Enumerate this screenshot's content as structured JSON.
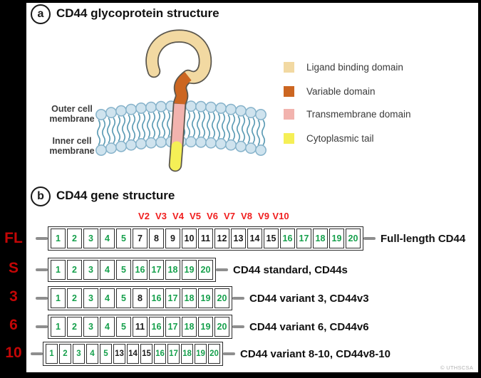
{
  "panel_a": {
    "badge": "a",
    "title": "CD44 glycoprotein structure",
    "membrane_labels": {
      "outer": "Outer cell\nmembrane",
      "inner": "Inner cell\nmembrane"
    },
    "legend": [
      {
        "label": "Ligand binding domain",
        "color": "#f2d9a2"
      },
      {
        "label": "Variable domain",
        "color": "#cc6621"
      },
      {
        "label": "Transmembrane domain",
        "color": "#f2b3ae"
      },
      {
        "label": "Cytoplasmic tail",
        "color": "#f5ef56"
      }
    ]
  },
  "panel_b": {
    "badge": "b",
    "title": "CD44 gene structure",
    "variant_axis_labels": [
      "V2",
      "V3",
      "V4",
      "V5",
      "V6",
      "V7",
      "V8",
      "V9",
      "V10"
    ],
    "rows": [
      {
        "left_label": "FL",
        "right_label": "Full-length CD44",
        "cells": [
          {
            "n": "1",
            "variant": false
          },
          {
            "n": "2",
            "variant": false
          },
          {
            "n": "3",
            "variant": false
          },
          {
            "n": "4",
            "variant": false
          },
          {
            "n": "5",
            "variant": false
          },
          {
            "n": "7",
            "variant": true
          },
          {
            "n": "8",
            "variant": true
          },
          {
            "n": "9",
            "variant": true
          },
          {
            "n": "10",
            "variant": true
          },
          {
            "n": "11",
            "variant": true
          },
          {
            "n": "12",
            "variant": true
          },
          {
            "n": "13",
            "variant": true
          },
          {
            "n": "14",
            "variant": true
          },
          {
            "n": "15",
            "variant": true
          },
          {
            "n": "16",
            "variant": false
          },
          {
            "n": "17",
            "variant": false
          },
          {
            "n": "18",
            "variant": false
          },
          {
            "n": "19",
            "variant": false
          },
          {
            "n": "20",
            "variant": false
          }
        ]
      },
      {
        "left_label": "S",
        "right_label": "CD44 standard, CD44s",
        "cells": [
          {
            "n": "1",
            "variant": false
          },
          {
            "n": "2",
            "variant": false
          },
          {
            "n": "3",
            "variant": false
          },
          {
            "n": "4",
            "variant": false
          },
          {
            "n": "5",
            "variant": false
          },
          {
            "n": "16",
            "variant": false
          },
          {
            "n": "17",
            "variant": false
          },
          {
            "n": "18",
            "variant": false
          },
          {
            "n": "19",
            "variant": false
          },
          {
            "n": "20",
            "variant": false
          }
        ]
      },
      {
        "left_label": "3",
        "right_label": "CD44 variant 3, CD44v3",
        "cells": [
          {
            "n": "1",
            "variant": false
          },
          {
            "n": "2",
            "variant": false
          },
          {
            "n": "3",
            "variant": false
          },
          {
            "n": "4",
            "variant": false
          },
          {
            "n": "5",
            "variant": false
          },
          {
            "n": "8",
            "variant": true
          },
          {
            "n": "16",
            "variant": false
          },
          {
            "n": "17",
            "variant": false
          },
          {
            "n": "18",
            "variant": false
          },
          {
            "n": "19",
            "variant": false
          },
          {
            "n": "20",
            "variant": false
          }
        ]
      },
      {
        "left_label": "6",
        "right_label": "CD44 variant 6, CD44v6",
        "cells": [
          {
            "n": "1",
            "variant": false
          },
          {
            "n": "2",
            "variant": false
          },
          {
            "n": "3",
            "variant": false
          },
          {
            "n": "4",
            "variant": false
          },
          {
            "n": "5",
            "variant": false
          },
          {
            "n": "11",
            "variant": true
          },
          {
            "n": "16",
            "variant": false
          },
          {
            "n": "17",
            "variant": false
          },
          {
            "n": "18",
            "variant": false
          },
          {
            "n": "19",
            "variant": false
          },
          {
            "n": "20",
            "variant": false
          }
        ]
      },
      {
        "left_label": "10",
        "right_label": "CD44 variant 8-10, CD44v8-10",
        "cells": [
          {
            "n": "1",
            "variant": false
          },
          {
            "n": "2",
            "variant": false
          },
          {
            "n": "3",
            "variant": false
          },
          {
            "n": "4",
            "variant": false
          },
          {
            "n": "5",
            "variant": false
          },
          {
            "n": "13",
            "variant": true
          },
          {
            "n": "14",
            "variant": true
          },
          {
            "n": "15",
            "variant": true
          },
          {
            "n": "16",
            "variant": false
          },
          {
            "n": "17",
            "variant": false
          },
          {
            "n": "18",
            "variant": false
          },
          {
            "n": "19",
            "variant": false
          },
          {
            "n": "20",
            "variant": false
          }
        ]
      }
    ]
  },
  "watermark": "© UTHSCSA",
  "colors": {
    "constant_exon_green": "#16a04c",
    "variant_exon_black": "#1a1a1a",
    "variant_axis_red": "#f01e1e",
    "row_label_red": "#c40606",
    "membrane_head_fill": "#cfe3ee",
    "membrane_head_stroke": "#85b2ca",
    "lipid_tail": "#5d9cb5",
    "protein_outline": "#5a564d"
  }
}
